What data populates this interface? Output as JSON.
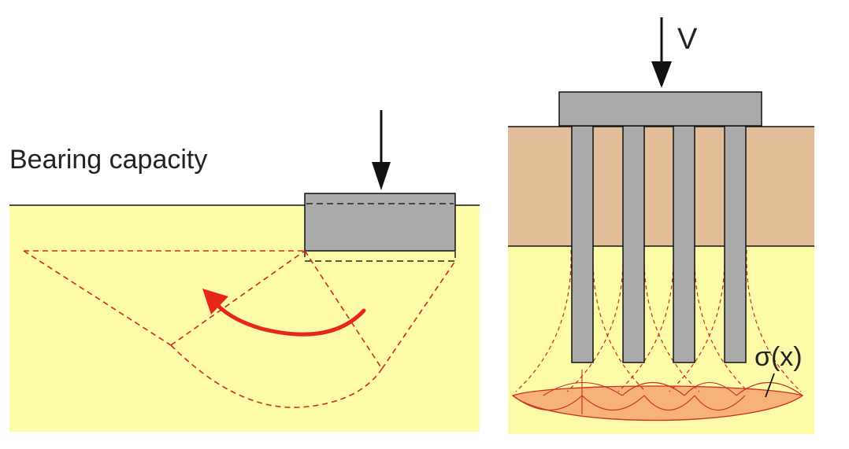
{
  "left_panel": {
    "title": "Bearing capacity"
  },
  "right_panel": {
    "load_label": "V",
    "stress_label": "σ(x)",
    "pile_count": 4
  },
  "colors": {
    "sand": "#fdfaa8",
    "clay": "#e3bd97",
    "concrete": "#aaaaaa",
    "failure_line": "#cc2a1a",
    "rotation_arrow": "#e8271b",
    "stress_fill": "#f7b27a",
    "outline": "#111111"
  }
}
